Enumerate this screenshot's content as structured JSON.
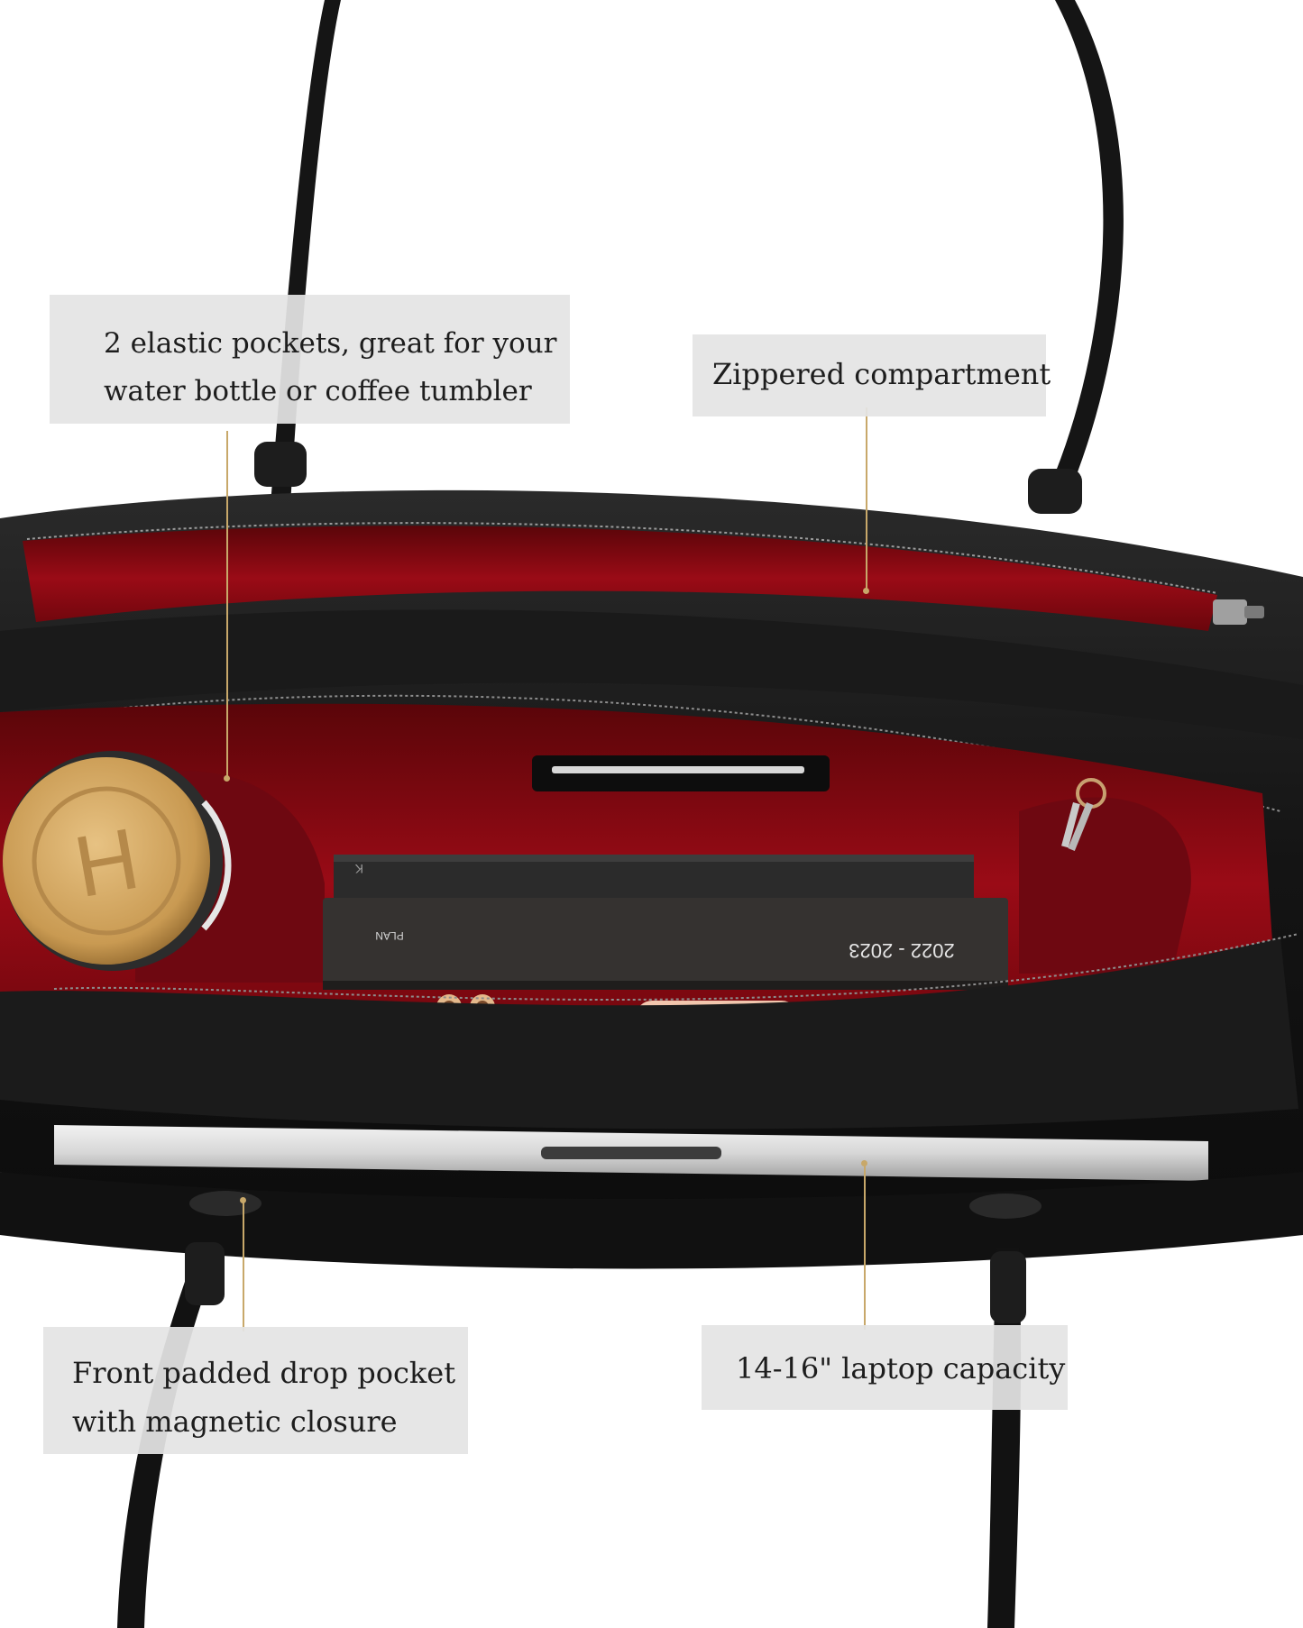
{
  "callouts": {
    "elastic_pockets": {
      "line1": "2 elastic pockets, great for your",
      "line2": "water bottle or coffee tumbler"
    },
    "zippered": {
      "line1": "Zippered compartment"
    },
    "front_pocket": {
      "line1": "Front padded drop pocket",
      "line2": "with magnetic closure"
    },
    "laptop": {
      "line1": "14-16\" laptop capacity"
    }
  },
  "printed_on_items": {
    "tumbler_logo": "H",
    "planner_small_label": "PLAN",
    "planner_years": "2022 - 2023",
    "notebook_mark": "K"
  },
  "colors": {
    "leather": "#161616",
    "lining": "#8c0a14",
    "callout_bg": "#e4e4e4",
    "leader_line": "#c8a86a",
    "tumbler_lid": "#d3a760"
  }
}
